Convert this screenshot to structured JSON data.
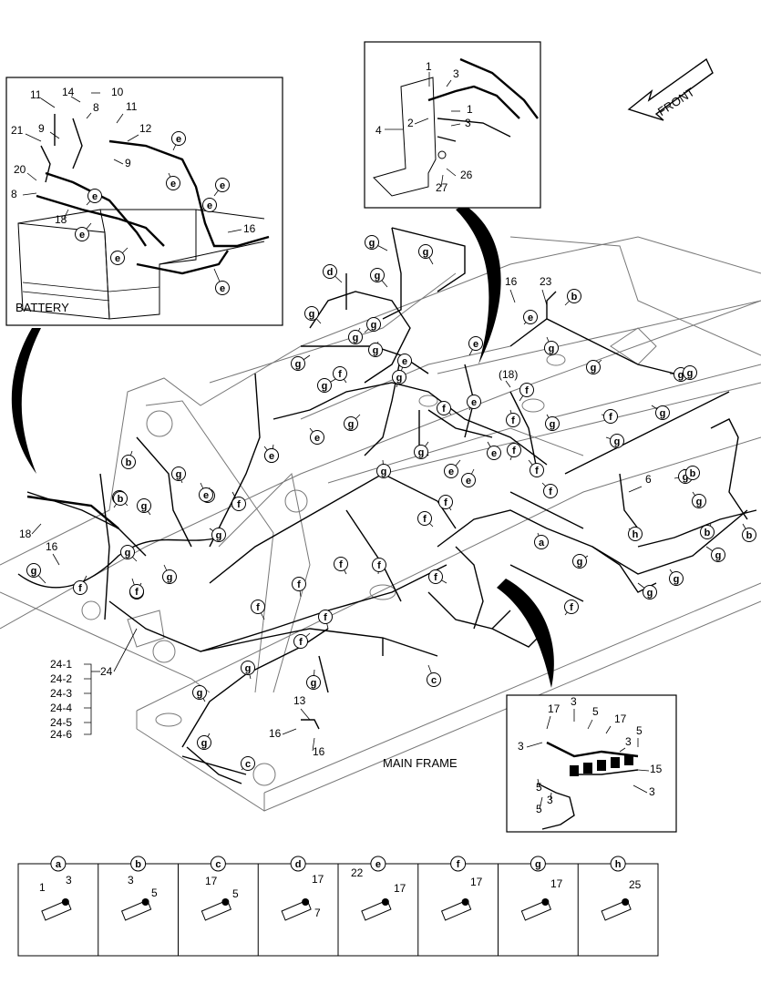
{
  "inset_battery": {
    "title": "BATTERY",
    "callouts": [
      {
        "text": "11"
      },
      {
        "text": "14"
      },
      {
        "text": "10"
      },
      {
        "text": "8"
      },
      {
        "text": "11"
      },
      {
        "text": "12"
      },
      {
        "text": "21"
      },
      {
        "text": "9"
      },
      {
        "text": "9"
      },
      {
        "text": "20"
      },
      {
        "text": "8"
      },
      {
        "text": "18"
      },
      {
        "text": "16"
      }
    ],
    "clips": [
      "e",
      "e",
      "e",
      "e",
      "e",
      "e",
      "e",
      "e"
    ]
  },
  "inset_bracket": {
    "callouts": [
      {
        "text": "1"
      },
      {
        "text": "3"
      },
      {
        "text": "2"
      },
      {
        "text": "1"
      },
      {
        "text": "4"
      },
      {
        "text": "3"
      },
      {
        "text": "26"
      },
      {
        "text": "27"
      }
    ]
  },
  "front_label": "FRONT",
  "main_frame_label": "MAIN FRAME",
  "inset_relay": {
    "callouts": [
      {
        "text": "17"
      },
      {
        "text": "3"
      },
      {
        "text": "5"
      },
      {
        "text": "17"
      },
      {
        "text": "3"
      },
      {
        "text": "5"
      },
      {
        "text": "3"
      },
      {
        "text": "5"
      },
      {
        "text": "15"
      },
      {
        "text": "5"
      },
      {
        "text": "3"
      },
      {
        "text": "3"
      }
    ]
  },
  "harness_group": {
    "label": "24",
    "items": [
      "24-1",
      "24-2",
      "24-3",
      "24-4",
      "24-5",
      "24-6"
    ]
  },
  "main_callouts": [
    {
      "text": "16"
    },
    {
      "text": "23"
    },
    {
      "text": "(18)"
    },
    {
      "text": "6"
    },
    {
      "text": "18"
    },
    {
      "text": "16"
    },
    {
      "text": "13"
    },
    {
      "text": "16"
    },
    {
      "text": "16"
    }
  ],
  "main_clips": [
    "g",
    "g",
    "d",
    "g",
    "b",
    "g",
    "g",
    "g",
    "g",
    "g",
    "e",
    "e",
    "e",
    "g",
    "g",
    "f",
    "g",
    "g",
    "f",
    "e",
    "f",
    "g",
    "f",
    "f",
    "e",
    "g",
    "e",
    "g",
    "e",
    "g",
    "e",
    "f",
    "f",
    "f",
    "g",
    "e",
    "f",
    "g",
    "b",
    "g",
    "g",
    "g",
    "g",
    "g",
    "g",
    "b",
    "b",
    "b",
    "g",
    "h",
    "b",
    "g",
    "g",
    "g",
    "g",
    "f",
    "f",
    "f",
    "a",
    "f",
    "f",
    "f",
    "f",
    "f",
    "f",
    "c",
    "f",
    "g",
    "g",
    "g",
    "g",
    "g",
    "e",
    "e",
    "g",
    "c",
    "f",
    "g",
    "f",
    "g",
    "f",
    "e"
  ],
  "legend": [
    {
      "letter": "a",
      "parts": [
        "1",
        "3"
      ]
    },
    {
      "letter": "b",
      "parts": [
        "3",
        "5"
      ]
    },
    {
      "letter": "c",
      "parts": [
        "17",
        "5"
      ]
    },
    {
      "letter": "d",
      "parts": [
        "17",
        "7"
      ]
    },
    {
      "letter": "e",
      "parts": [
        "22",
        "17"
      ]
    },
    {
      "letter": "f",
      "parts": [
        "17"
      ]
    },
    {
      "letter": "g",
      "parts": [
        "17"
      ]
    },
    {
      "letter": "h",
      "parts": [
        "25"
      ]
    }
  ]
}
